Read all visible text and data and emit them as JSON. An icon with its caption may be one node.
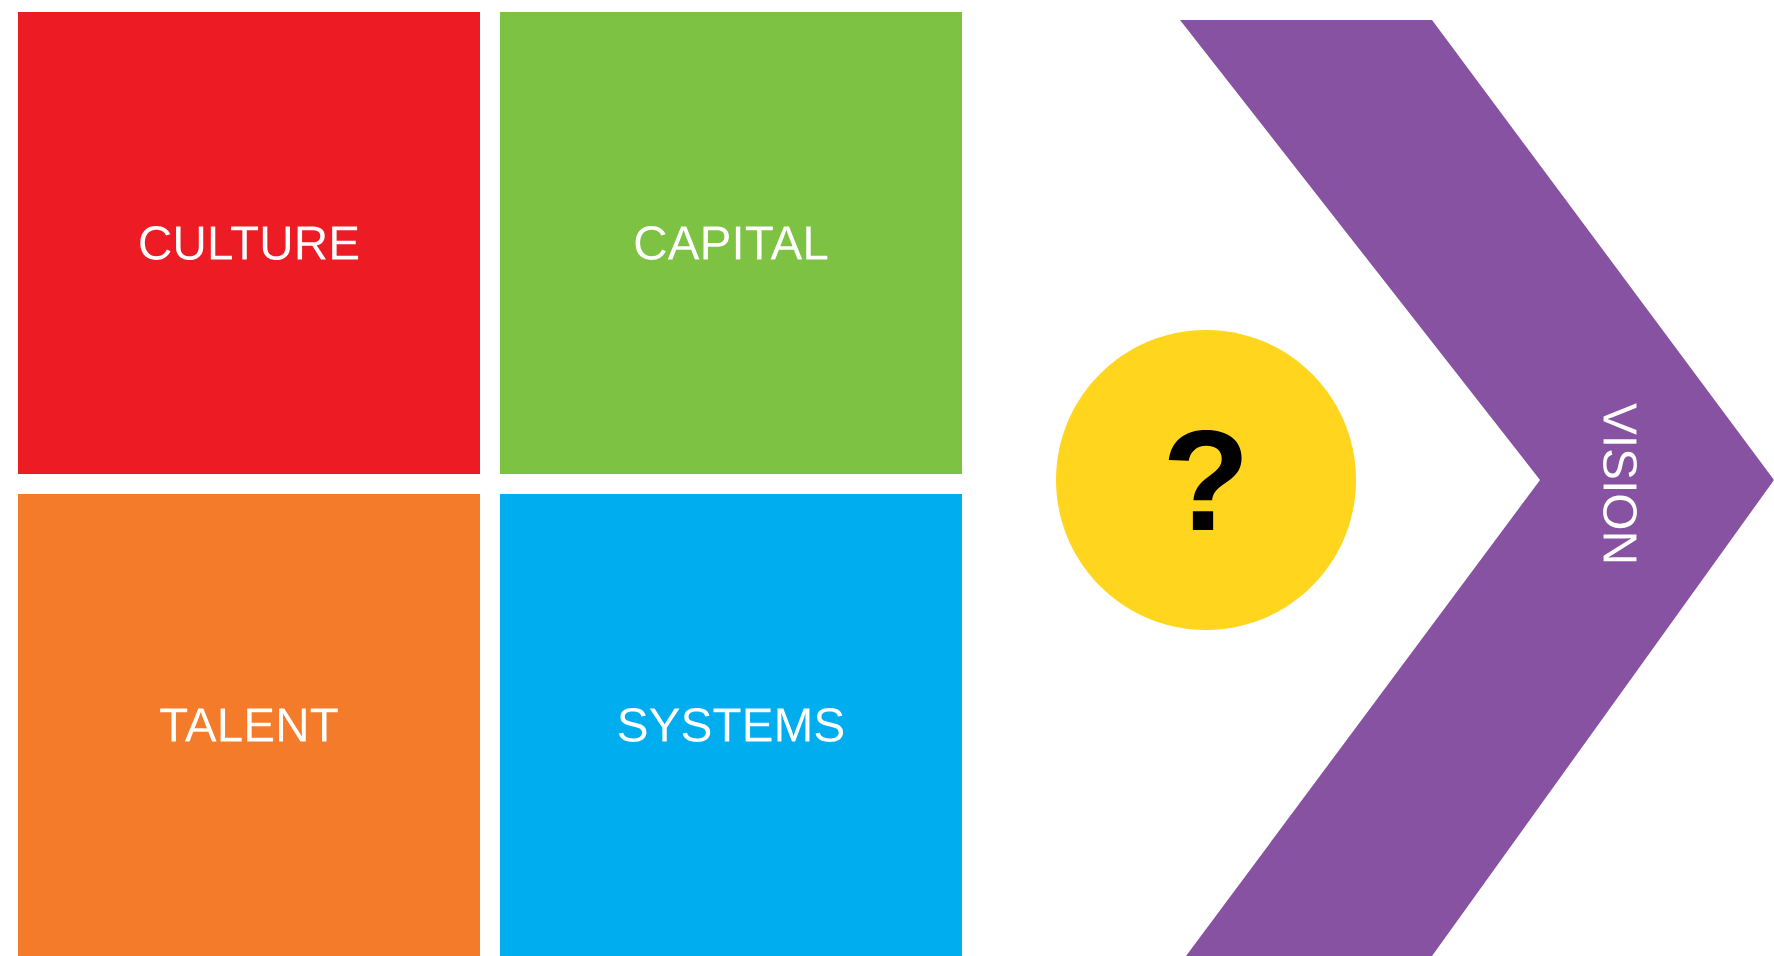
{
  "diagram": {
    "nodes": [
      {
        "text": [
          "CULTURE"
        ]
      },
      {
        "text": [
          "CAPITAL"
        ]
      },
      {
        "text": [
          "TALENT"
        ]
      },
      {
        "text": [
          "SYSTEMS"
        ]
      },
      {
        "text": [
          "?"
        ]
      },
      {
        "text": [
          "VISION"
        ]
      }
    ]
  }
}
